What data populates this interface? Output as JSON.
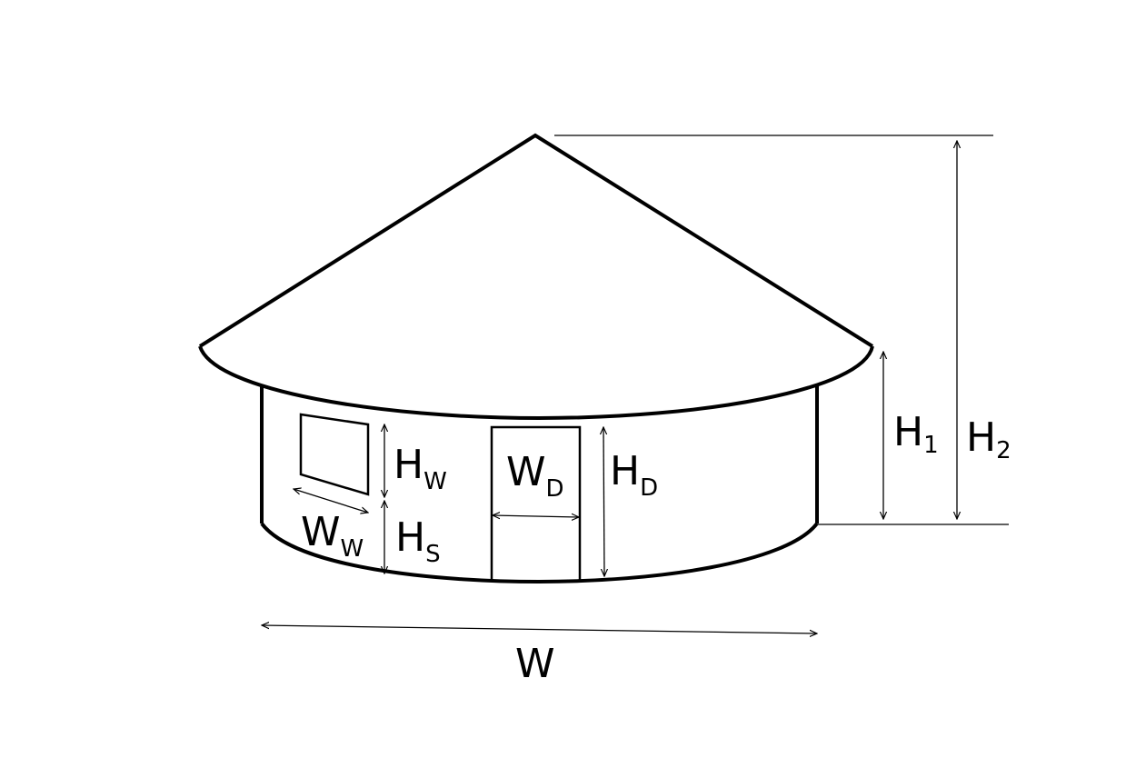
{
  "labels": {
    "H1": {
      "main": "H",
      "sub": "1"
    },
    "H2": {
      "main": "H",
      "sub": "2"
    },
    "HW": {
      "main": "H",
      "sub": "W"
    },
    "WW": {
      "main": "W",
      "sub": "W"
    },
    "HS": {
      "main": "H",
      "sub": "S"
    },
    "WD": {
      "main": "W",
      "sub": "D"
    },
    "HD": {
      "main": "H",
      "sub": "D"
    },
    "W": {
      "main": "W"
    }
  },
  "colors": {
    "stroke": "#000000",
    "background": "#ffffff"
  }
}
